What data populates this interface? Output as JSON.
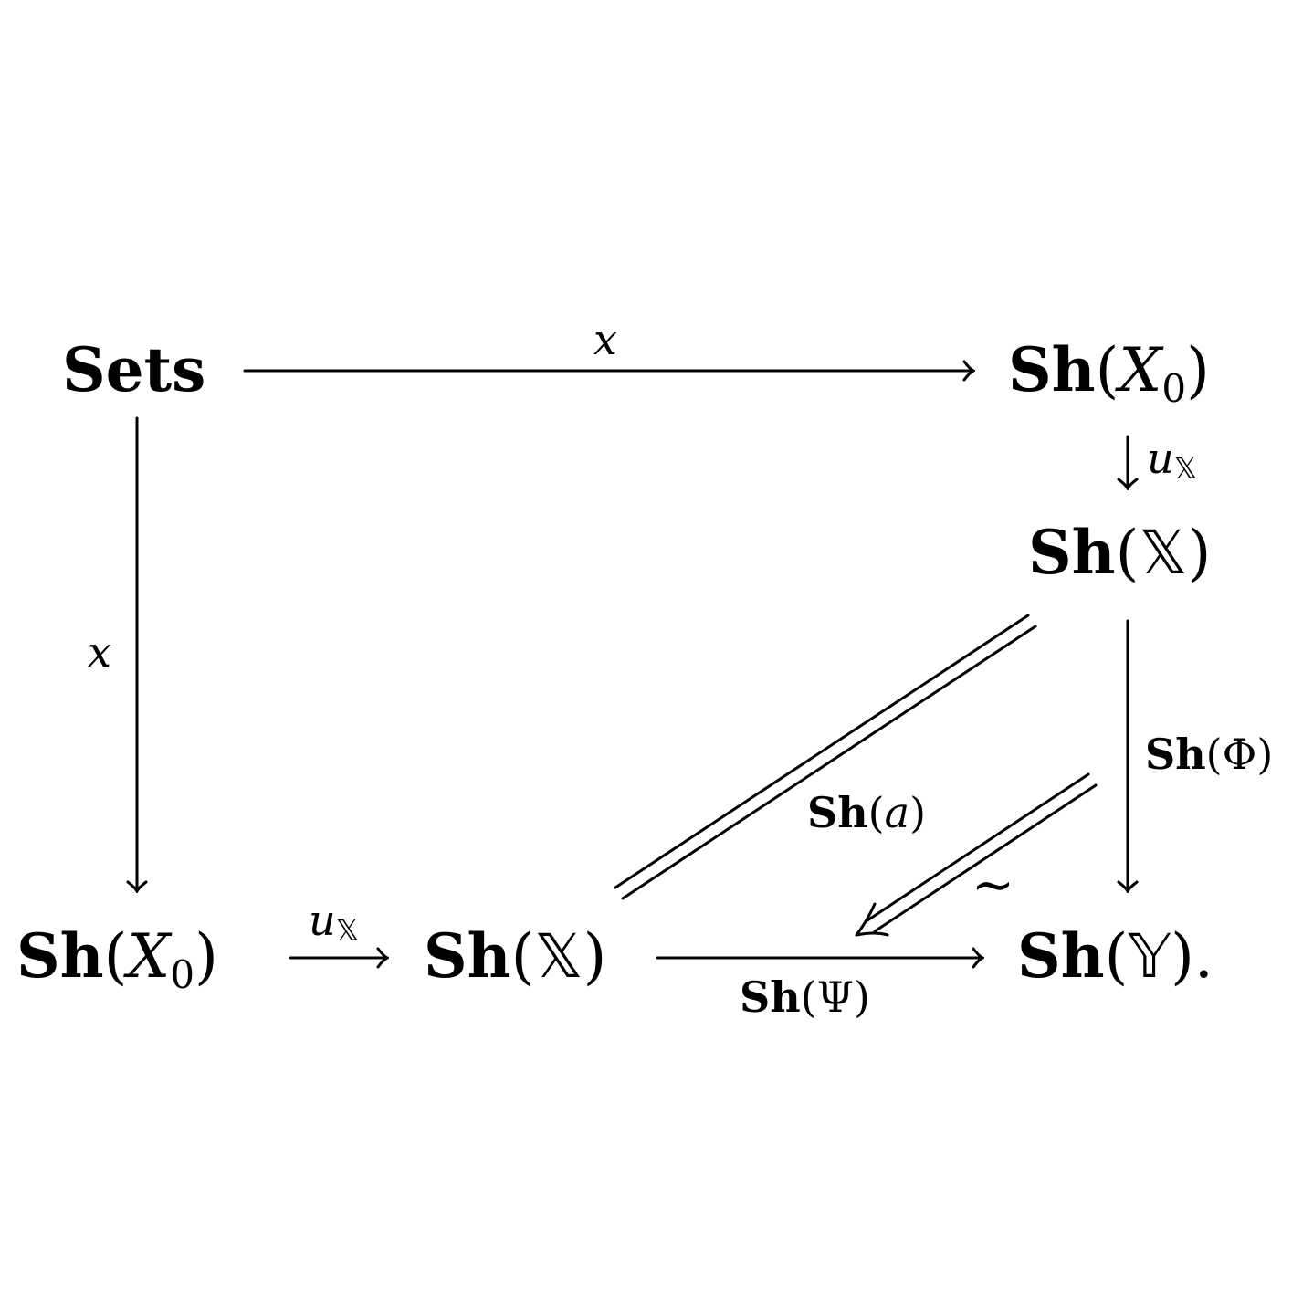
{
  "nodes": {
    "sets": {
      "text": "Sets"
    },
    "sh_x0_top": {
      "head": "Sh",
      "open": "(",
      "var": "X",
      "sub": "0",
      "close": ")"
    },
    "sh_xx_right": {
      "head": "Sh",
      "open": "(",
      "var": "𝕏",
      "close": ")"
    },
    "sh_x0_bottom": {
      "head": "Sh",
      "open": "(",
      "var": "X",
      "sub": "0",
      "close": ")"
    },
    "sh_xx_bottom": {
      "head": "Sh",
      "open": "(",
      "var": "𝕏",
      "close": ")"
    },
    "sh_yy": {
      "head": "Sh",
      "open": "(",
      "var": "𝕐",
      "close": ").",
      "period": ""
    }
  },
  "labels": {
    "x_top": "x",
    "x_left": "x",
    "u_right": {
      "base": "u",
      "sub": "𝕏"
    },
    "u_bottom": {
      "base": "u",
      "sub": "𝕏"
    },
    "sh_phi": {
      "head": "Sh",
      "open": "(",
      "var": "Φ",
      "close": ")"
    },
    "sh_a": {
      "head": "Sh",
      "open": "(",
      "var": "a",
      "close": ")"
    },
    "sh_psi": {
      "head": "Sh",
      "open": "(",
      "var": "Ψ",
      "close": ")"
    },
    "iso": "∼"
  }
}
